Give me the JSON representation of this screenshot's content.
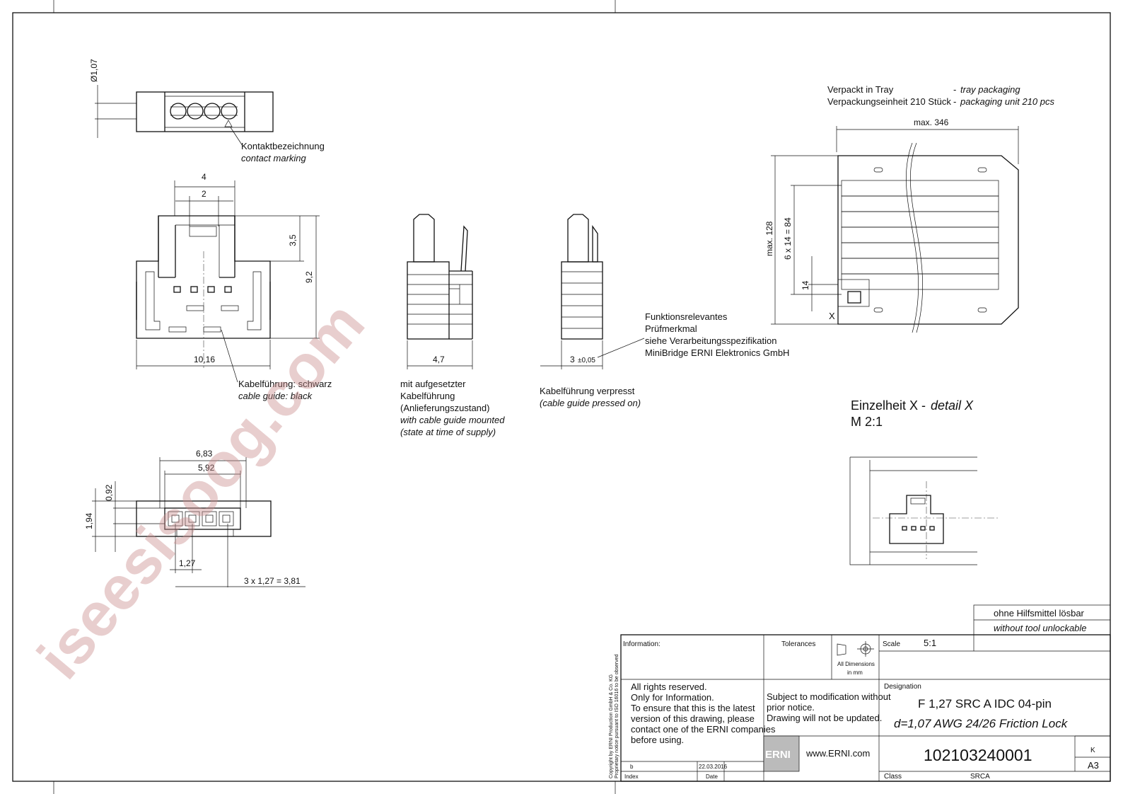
{
  "top_view": {
    "diameter": "Ø1,07",
    "contact_marking_de": "Kontaktbezeichnung",
    "contact_marking_en": "contact marking"
  },
  "front_view": {
    "dim_4": "4",
    "dim_2": "2",
    "dim_3_5": "3,5",
    "dim_9_2": "9,2",
    "dim_10_16": "10,16",
    "cable_guide_de": "Kabelführung: schwarz",
    "cable_guide_en": "cable guide: black"
  },
  "side_view_mounted": {
    "dim": "4,7",
    "lines": [
      "mit aufgesetzter",
      "Kabelführung",
      "(Anlieferungszustand)"
    ],
    "lines_en": [
      "with cable guide mounted",
      "(state at time of supply)"
    ]
  },
  "side_view_pressed": {
    "dim_value": "3",
    "dim_tol": "±0,05",
    "label_de": "Kabelführung verpresst",
    "label_en": "(cable guide pressed on)"
  },
  "function_note": {
    "lines": [
      "Funktionsrelevantes",
      "Prüfmerkmal",
      "siehe Verarbeitungsspezifikation",
      "MiniBridge ERNI Elektronics GmbH"
    ]
  },
  "bottom_view": {
    "dim_6_83": "6,83",
    "dim_5_92": "5,92",
    "dim_0_92": "0,92",
    "dim_1_94": "1,94",
    "dim_1_27": "1,27",
    "dim_pitch": "3 x 1,27 = 3,81"
  },
  "tray": {
    "line1_de": "Verpackt in Tray",
    "line1_en": "tray packaging",
    "line2_de": "Verpackungseinheit 210 Stück",
    "line2_en": "packaging unit 210 pcs",
    "dash": "-",
    "max_346": "max. 346",
    "max_128": "max. 128",
    "pitch": "6 x 14 = 84",
    "dim_14": "14",
    "x_marker": "X"
  },
  "detail": {
    "title_de": "Einzelheit X -",
    "title_en": "detail  X",
    "scale": "M 2:1"
  },
  "unlock": {
    "de": "ohne Hilfsmittel lösbar",
    "en": "without tool unlockable"
  },
  "title_block": {
    "information": "Information:",
    "tolerances": "Tolerances",
    "all_dimensions": "All Dimensions",
    "in_mm": "in mm",
    "scale_label": "Scale",
    "scale_value": "5:1",
    "rights": [
      "All rights reserved.",
      "Only for Information.",
      "To ensure that this is the latest",
      "version of this drawing, please",
      "contact one of the ERNI companies",
      "before using."
    ],
    "subject": [
      "Subject to modification without",
      "prior notice.",
      "Drawing will not be updated."
    ],
    "designation_label": "Designation",
    "designation_1": "F 1,27 SRC A IDC 04-pin",
    "designation_2": "d=1,07 AWG 24/26 Friction Lock",
    "logo": "ERNI",
    "website": "www.ERNI.com",
    "part_number": "102103240001",
    "rev_letter": "K",
    "sheet_size": "A3",
    "index_value": "b",
    "date_value": "22.03.2016",
    "index_label": "Index",
    "date_label": "Date",
    "class_label": "Class",
    "class_value": "SRCA",
    "copyright_1": "Copyright by ERNI Production GmbH & Co. KG",
    "copyright_2": "Proprietary notice pursuant to ISO 16016 to be observed"
  },
  "watermark": "iseesisoog.com"
}
